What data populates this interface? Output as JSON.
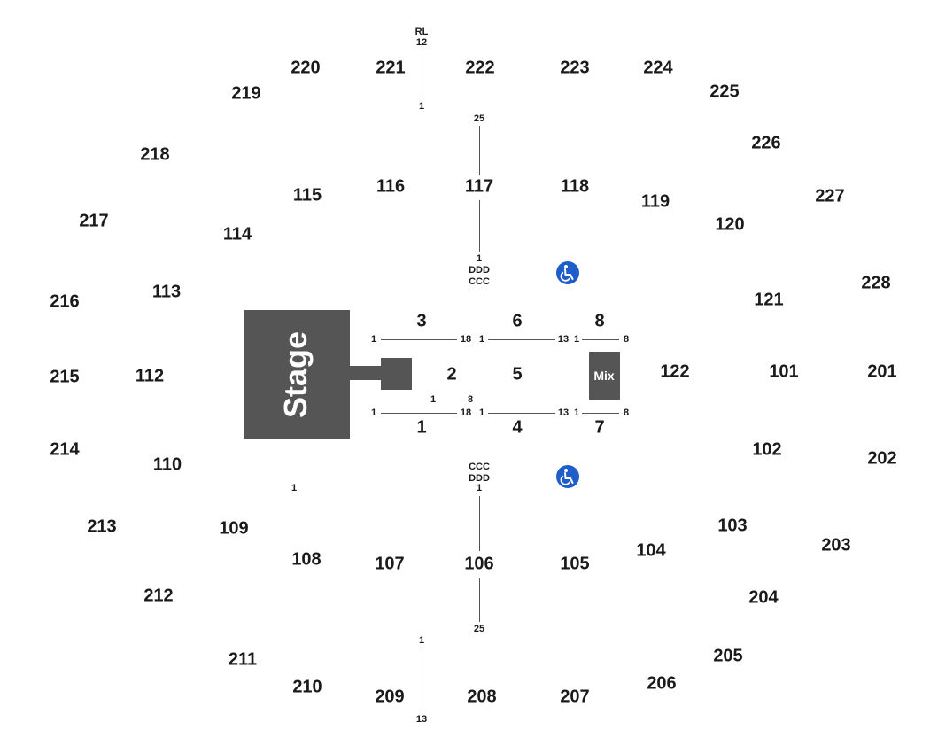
{
  "stage_label": "Stage",
  "mix_label": "Mix",
  "colors": {
    "stage": "#555555",
    "lines": "#555555",
    "accessible": "#1f5ec9",
    "text": "#1a1a1a"
  },
  "icons": [
    "wheelchair-icon"
  ],
  "sections": {
    "s201": "201",
    "s202": "202",
    "s203": "203",
    "s204": "204",
    "s205": "205",
    "s206": "206",
    "s207": "207",
    "s208": "208",
    "s209": "209",
    "s210": "210",
    "s211": "211",
    "s212": "212",
    "s213": "213",
    "s214": "214",
    "s215": "215",
    "s216": "216",
    "s217": "217",
    "s218": "218",
    "s219": "219",
    "s220": "220",
    "s221": "221",
    "s222": "222",
    "s223": "223",
    "s224": "224",
    "s225": "225",
    "s226": "226",
    "s227": "227",
    "s228": "228",
    "s101": "101",
    "s102": "102",
    "s103": "103",
    "s104": "104",
    "s105": "105",
    "s106": "106",
    "s107": "107",
    "s108": "108",
    "s109": "109",
    "s110": "110",
    "s112": "112",
    "s113": "113",
    "s114": "114",
    "s115": "115",
    "s116": "116",
    "s117": "117",
    "s118": "118",
    "s119": "119",
    "s120": "120",
    "s121": "121",
    "s122": "122",
    "f1": "1",
    "f2": "2",
    "f3": "3",
    "f4": "4",
    "f5": "5",
    "f6": "6",
    "f7": "7",
    "f8": "8"
  },
  "row_labels": {
    "rl": "RL",
    "rl12": "12",
    "rl1": "1",
    "top117_25": "25",
    "top117_1": "1",
    "top_ddd": "DDD",
    "top_ccc": "CCC",
    "bot_ccc": "CCC",
    "bot_ddd": "DDD",
    "bot106_1": "1",
    "bot106_25": "25",
    "bot209_1": "1",
    "bot209_13": "13",
    "s110_1": "1",
    "f3_start": "1",
    "f3_end": "18",
    "f6_start": "1",
    "f6_end": "13",
    "f8_start": "1",
    "f8_end": "8",
    "f2_start": "1",
    "f2_end": "8",
    "f1_start": "1",
    "f1_end": "18",
    "f4_start": "1",
    "f4_end": "13",
    "f7_start": "1",
    "f7_end": "8"
  }
}
